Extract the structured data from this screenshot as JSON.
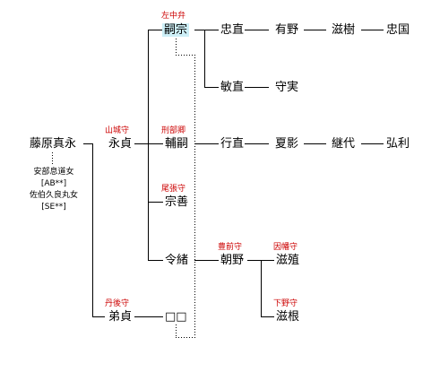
{
  "persons": {
    "fujiwara_masanaga": "藤原真永",
    "nagasada": "永貞",
    "otosada": "弟貞",
    "tsuguмune": "嗣宗",
    "sukesuke": "輔嗣",
    "munezen": "宗善",
    "reisho": "令緒",
    "unknown": "□□",
    "tadanao": "忠直",
    "toshinao": "敏直",
    "yukinao": "行直",
    "tomono": "朝野",
    "ariya": "有野",
    "morizane": "守実",
    "natsukage": "夏影",
    "shigeki": "滋樹",
    "tsugiyo": "継代",
    "tadakuni": "忠国",
    "hirotoshi": "弘利",
    "shigetsune": "滋殖",
    "shigene": "滋根"
  },
  "titles": {
    "sachuben": "左中弁",
    "yamashiro_no_kami": "山城守",
    "gyobukyo": "刑部卿",
    "owari_no_kami": "尾張守",
    "tango_no_kami": "丹後守",
    "buzen_no_kami": "豊前守",
    "inaba_no_kami": "因幡守",
    "shimotsuke_no_kami": "下野守"
  },
  "mothers": {
    "m1_name": "安部息道女",
    "m1_code": "[AB**]",
    "m2_name": "佐伯久良丸女",
    "m2_code": "[SE**]"
  }
}
